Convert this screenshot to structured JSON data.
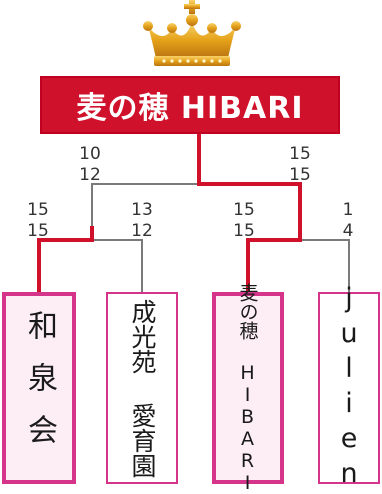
{
  "champion": {
    "label": "麦の穂 HIBARI"
  },
  "colors": {
    "win_line": "#d0112b",
    "lose_line": "#7a7a7a",
    "team_border": "#d4348a",
    "crown": "#e8a41c"
  },
  "icons": {
    "crown": "crown-icon"
  },
  "final": {
    "left_scores": [
      "10",
      "12"
    ],
    "right_scores": [
      "15",
      "15"
    ]
  },
  "semifinals": [
    {
      "left_scores": [
        "15",
        "15"
      ],
      "right_scores": [
        "13",
        "12"
      ]
    },
    {
      "left_scores": [
        "15",
        "15"
      ],
      "right_scores": [
        "1",
        "4"
      ]
    }
  ],
  "teams": [
    {
      "name": "和泉会",
      "winner": true
    },
    {
      "name": "成光苑 愛育園",
      "winner": false
    },
    {
      "name": "麦の穂 HIBARI",
      "winner": true
    },
    {
      "name": "julien",
      "winner": false
    }
  ]
}
